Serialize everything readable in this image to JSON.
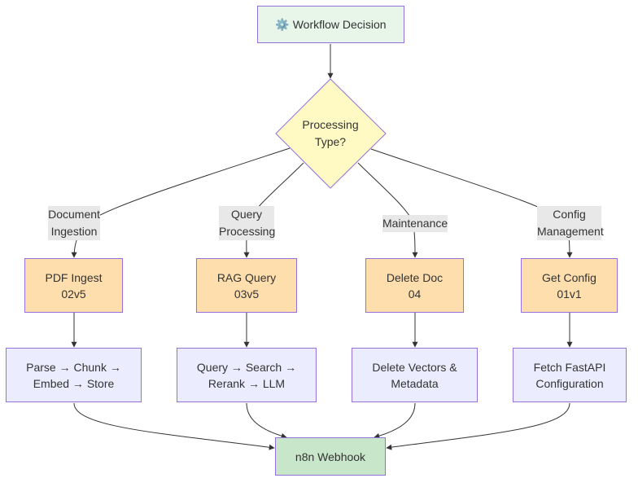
{
  "diagram": {
    "start_node": "⚙️ Workflow Decision",
    "decision_node": "Processing\nType?",
    "edge_labels": [
      "Document\nIngestion",
      "Query\nProcessing",
      "Maintenance",
      "Config\nManagement"
    ],
    "workflows": [
      "PDF Ingest\n02v5",
      "RAG Query\n03v5",
      "Delete Doc\n04",
      "Get Config\n01v1"
    ],
    "steps": [
      "Parse → Chunk →\nEmbed → Store",
      "Query → Search →\nRerank → LLM",
      "Delete Vectors &\nMetadata",
      "Fetch FastAPI\nConfiguration"
    ],
    "end_node": "n8n Webhook"
  },
  "colors": {
    "start_fill": "#e8f5e9",
    "decision_fill": "#fff9c4",
    "workflow_fill": "#ffdead",
    "step_fill": "#ececff",
    "end_fill": "#c8e6c9",
    "border": "#9370db",
    "edge_label_bg": "#e8e8e8",
    "line": "#333333"
  }
}
